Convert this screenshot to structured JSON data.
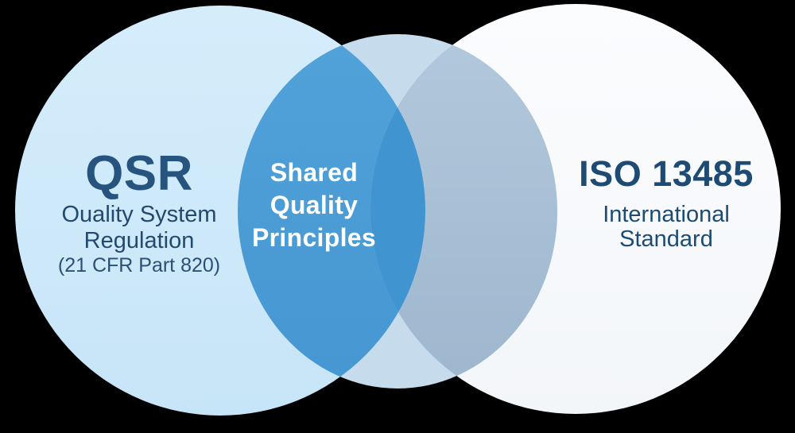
{
  "venn": {
    "type": "venn-diagram",
    "left": {
      "title": "QSR",
      "subtitle_lines": [
        "Ouality System",
        "Regulation"
      ],
      "note": "(21 CFR Part 820)"
    },
    "center": {
      "lines": [
        "Shared",
        "Quality",
        "Principles"
      ]
    },
    "right": {
      "title": "ISO 13485",
      "subtitle_lines": [
        "International",
        "Standard"
      ]
    },
    "colors": {
      "background": "#000000",
      "left_circle_top": "#d5edfb",
      "left_circle_bottom": "#c7e5f8",
      "right_circle_top": "#fbfcfe",
      "right_circle_bottom": "#f3f6f9",
      "ellipse_base": "#c6dcec",
      "overlap_left_top": "#51a2d9",
      "overlap_left_bottom": "#4697d2",
      "overlap_center": "#4094d0",
      "overlap_right_top": "#b2c8dc",
      "overlap_right_bottom": "#9eb7ce",
      "left_title_text": "#27547e",
      "left_subtitle_text": "#24496e",
      "left_note_text": "#2b5076",
      "center_text": "#ffffff",
      "right_text": "#1d4b74"
    }
  }
}
